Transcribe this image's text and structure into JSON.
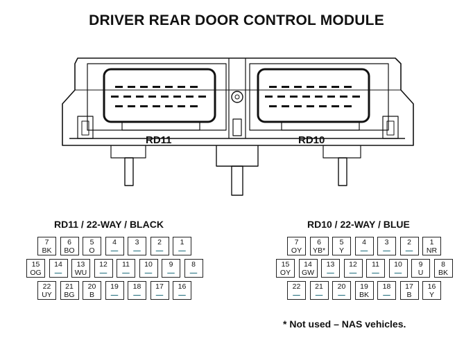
{
  "title": "DRIVER REAR DOOR CONTROL MODULE",
  "module": {
    "left_label": "RD11",
    "right_label": "RD10"
  },
  "connectors": {
    "rd11": {
      "title": "RD11 / 22-WAY / BLACK",
      "rows": [
        [
          {
            "num": "7",
            "color": "BK"
          },
          {
            "num": "6",
            "color": "BO"
          },
          {
            "num": "5",
            "color": "O"
          },
          {
            "num": "4",
            "color": "—"
          },
          {
            "num": "3",
            "color": "—"
          },
          {
            "num": "2",
            "color": "—"
          },
          {
            "num": "1",
            "color": "—"
          }
        ],
        [
          {
            "num": "15",
            "color": "OG"
          },
          {
            "num": "14",
            "color": "—"
          },
          {
            "num": "13",
            "color": "WU"
          },
          {
            "num": "12",
            "color": "—"
          },
          {
            "num": "11",
            "color": "—"
          },
          {
            "num": "10",
            "color": "—"
          },
          {
            "num": "9",
            "color": "—"
          },
          {
            "num": "8",
            "color": "—"
          }
        ],
        [
          {
            "num": "22",
            "color": "UY"
          },
          {
            "num": "21",
            "color": "BG"
          },
          {
            "num": "20",
            "color": "B"
          },
          {
            "num": "19",
            "color": "—"
          },
          {
            "num": "18",
            "color": "—"
          },
          {
            "num": "17",
            "color": "—"
          },
          {
            "num": "16",
            "color": "—"
          }
        ]
      ]
    },
    "rd10": {
      "title": "RD10 / 22-WAY / BLUE",
      "rows": [
        [
          {
            "num": "7",
            "color": "OY"
          },
          {
            "num": "6",
            "color": "YB*"
          },
          {
            "num": "5",
            "color": "Y"
          },
          {
            "num": "4",
            "color": "—"
          },
          {
            "num": "3",
            "color": "—"
          },
          {
            "num": "2",
            "color": "—"
          },
          {
            "num": "1",
            "color": "NR"
          }
        ],
        [
          {
            "num": "15",
            "color": "OY"
          },
          {
            "num": "14",
            "color": "GW"
          },
          {
            "num": "13",
            "color": "—"
          },
          {
            "num": "12",
            "color": "—"
          },
          {
            "num": "11",
            "color": "—"
          },
          {
            "num": "10",
            "color": "—"
          },
          {
            "num": "9",
            "color": "U"
          },
          {
            "num": "8",
            "color": "BK"
          }
        ],
        [
          {
            "num": "22",
            "color": "—"
          },
          {
            "num": "21",
            "color": "—"
          },
          {
            "num": "20",
            "color": "—"
          },
          {
            "num": "19",
            "color": "BK"
          },
          {
            "num": "18",
            "color": "—"
          },
          {
            "num": "17",
            "color": "B"
          },
          {
            "num": "16",
            "color": "Y"
          }
        ]
      ]
    }
  },
  "footnote": "* Not used – NAS vehicles."
}
